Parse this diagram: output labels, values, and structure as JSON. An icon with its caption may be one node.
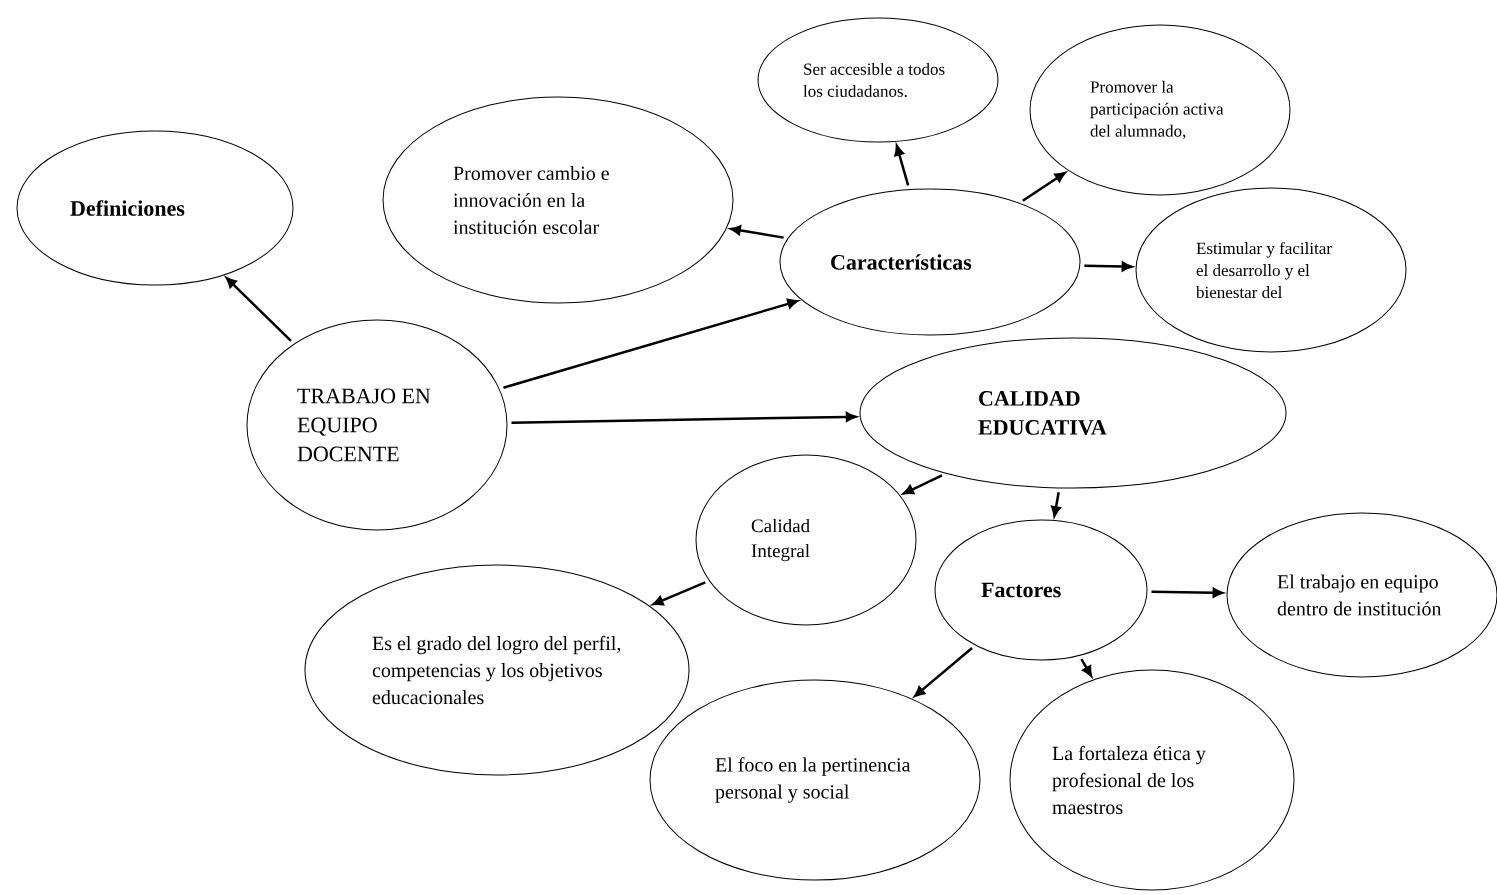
{
  "diagram": {
    "nodes": [
      {
        "text": [
          "Definiciones"
        ]
      },
      {
        "text": [
          "TRABAJO EN EQUIPO DOCENTE"
        ]
      },
      {
        "text": [
          "Promover cambio e innovación en la institución escolar"
        ]
      },
      {
        "text": [
          "Características"
        ]
      },
      {
        "text": [
          "Ser accesible a todos los ciudadanos."
        ]
      },
      {
        "text": [
          "Promover la participación activa del alumnado,"
        ]
      },
      {
        "text": [
          "Estimular y facilitar el desarrollo y el bienestar del"
        ]
      },
      {
        "text": [
          "CALIDAD EDUCATIVA"
        ]
      },
      {
        "text": [
          "Calidad Integral"
        ]
      },
      {
        "text": [
          "Es el grado del logro del perfil, competencias y los objetivos educacionales"
        ]
      },
      {
        "text": [
          "Factores"
        ]
      },
      {
        "text": [
          "El trabajo en equipo dentro de institución"
        ]
      },
      {
        "text": [
          "El foco en la pertinencia personal y social"
        ]
      },
      {
        "text": [
          "La fortaleza ética y profesional de los maestros"
        ]
      }
    ],
    "edges": [
      {
        "from": 1,
        "to": 0,
        "arrow": "to"
      },
      {
        "from": 1,
        "to": 3,
        "arrow": "to"
      },
      {
        "from": 1,
        "to": 7,
        "arrow": "to"
      },
      {
        "from": 3,
        "to": 2,
        "arrow": "to"
      },
      {
        "from": 3,
        "to": 4,
        "arrow": "to"
      },
      {
        "from": 3,
        "to": 5,
        "arrow": "to"
      },
      {
        "from": 3,
        "to": 6,
        "arrow": "to"
      },
      {
        "from": 7,
        "to": 8,
        "arrow": "to"
      },
      {
        "from": 7,
        "to": 10,
        "arrow": "to"
      },
      {
        "from": 8,
        "to": 9,
        "arrow": "to"
      },
      {
        "from": 10,
        "to": 11,
        "arrow": "to"
      },
      {
        "from": 10,
        "to": 12,
        "arrow": "to"
      },
      {
        "from": 10,
        "to": 13,
        "arrow": "to"
      }
    ]
  }
}
